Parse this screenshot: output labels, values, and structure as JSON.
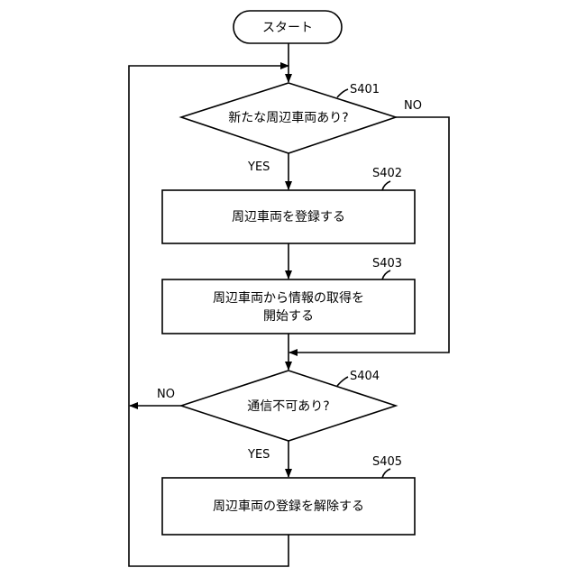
{
  "flowchart": {
    "start": {
      "label": "スタート"
    },
    "s401": {
      "step": "S401",
      "text": "新たな周辺車両あり?",
      "yes": "YES",
      "no": "NO"
    },
    "s402": {
      "step": "S402",
      "text": "周辺車両を登録する"
    },
    "s403": {
      "step": "S403",
      "line1": "周辺車両から情報の取得を",
      "line2": "開始する"
    },
    "s404": {
      "step": "S404",
      "text": "通信不可あり?",
      "yes": "YES",
      "no": "NO"
    },
    "s405": {
      "step": "S405",
      "text": "周辺車両の登録を解除する"
    }
  }
}
